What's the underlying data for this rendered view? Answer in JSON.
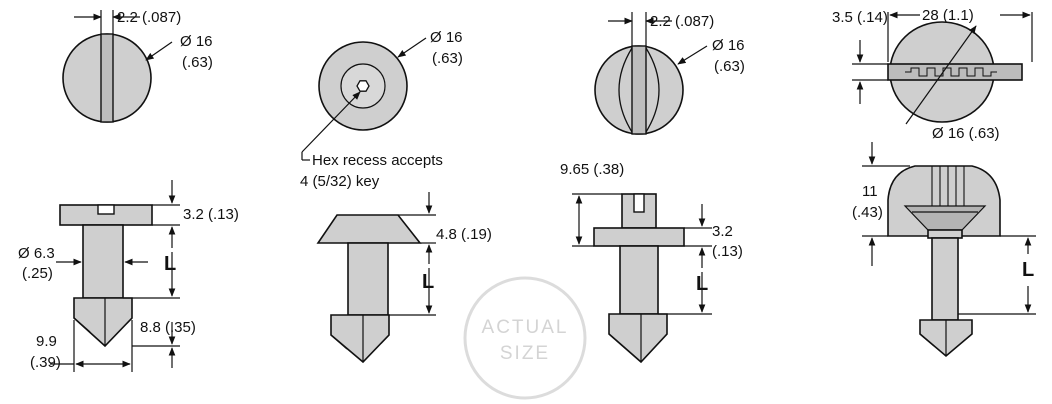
{
  "colors": {
    "part_fill": "#cfcfcf",
    "outline": "#111111",
    "watermark": "#d4d4d4"
  },
  "watermark": {
    "line1": "ACTUAL",
    "line2": "SIZE"
  },
  "fastener1": {
    "slot_width": "2.2 (.087)",
    "diameter_line1": "Ø 16",
    "diameter_line2": "(.63)",
    "head_height": "3.2 (.13)",
    "shank_dia_line1": "Ø 6.3",
    "shank_dia_line2": "(.25)",
    "length": "L",
    "tip_dia_line1": "9.9",
    "tip_dia_line2": "(.39)",
    "tip_height": "8.8 (.35)"
  },
  "fastener2": {
    "diameter_line1": "Ø 16",
    "diameter_line2": "(.63)",
    "hex_note_line1": "Hex recess accepts",
    "hex_note_line2": "4 (5/32) key",
    "head_height": "4.8 (.19)",
    "length": "L"
  },
  "fastener3": {
    "slot_width": "2.2 (.087)",
    "diameter_line1": "Ø 16",
    "diameter_line2": "(.63)",
    "total_height": "9.65 (.38)",
    "flange_line1": "3.2",
    "flange_line2": "(.13)",
    "length": "L"
  },
  "fastener4": {
    "thickness": "3.5 (.14)",
    "width": "28 (1.1)",
    "diameter": "Ø 16 (.63)",
    "head_height_line1": "11",
    "head_height_line2": "(.43)",
    "length": "L"
  }
}
